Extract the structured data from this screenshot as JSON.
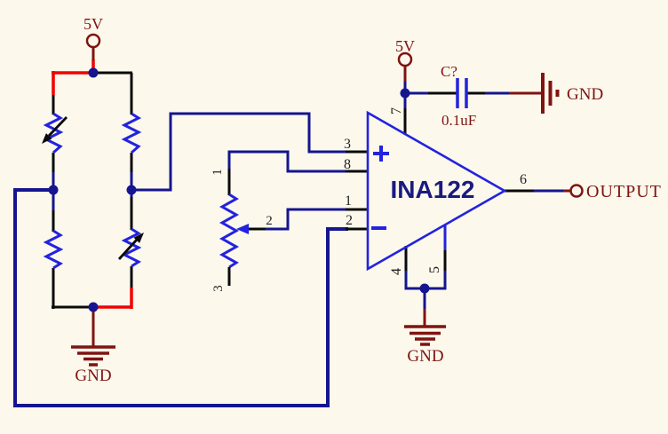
{
  "colors": {
    "background": "#FCF8EC",
    "net_wire_blue": "#15158F",
    "pin_wire_black": "#0A0A0A",
    "supply_wire_red": "#F20000",
    "symbol_blue": "#2323DF",
    "label_maroon": "#7F1410",
    "ic_name_blue": "#1A1A80",
    "pin_number_black": "#1F1F1F"
  },
  "supplies": {
    "left": {
      "label": "5V"
    },
    "right": {
      "label": "5V"
    }
  },
  "capacitor": {
    "ref": "C?",
    "value": "0.1uF"
  },
  "amplifier": {
    "name": "INA122",
    "pins": {
      "p1": "1",
      "p2": "2",
      "p3": "3",
      "p4": "4",
      "p5": "5",
      "p6": "6",
      "p7": "7",
      "p8": "8"
    }
  },
  "potentiometer": {
    "pins": {
      "p1": "1",
      "p2": "2",
      "p3": "3"
    }
  },
  "grounds": {
    "bridge": "GND",
    "amplifier": "GND",
    "capacitor": "GND"
  },
  "output": {
    "label": "OUTPUT"
  }
}
